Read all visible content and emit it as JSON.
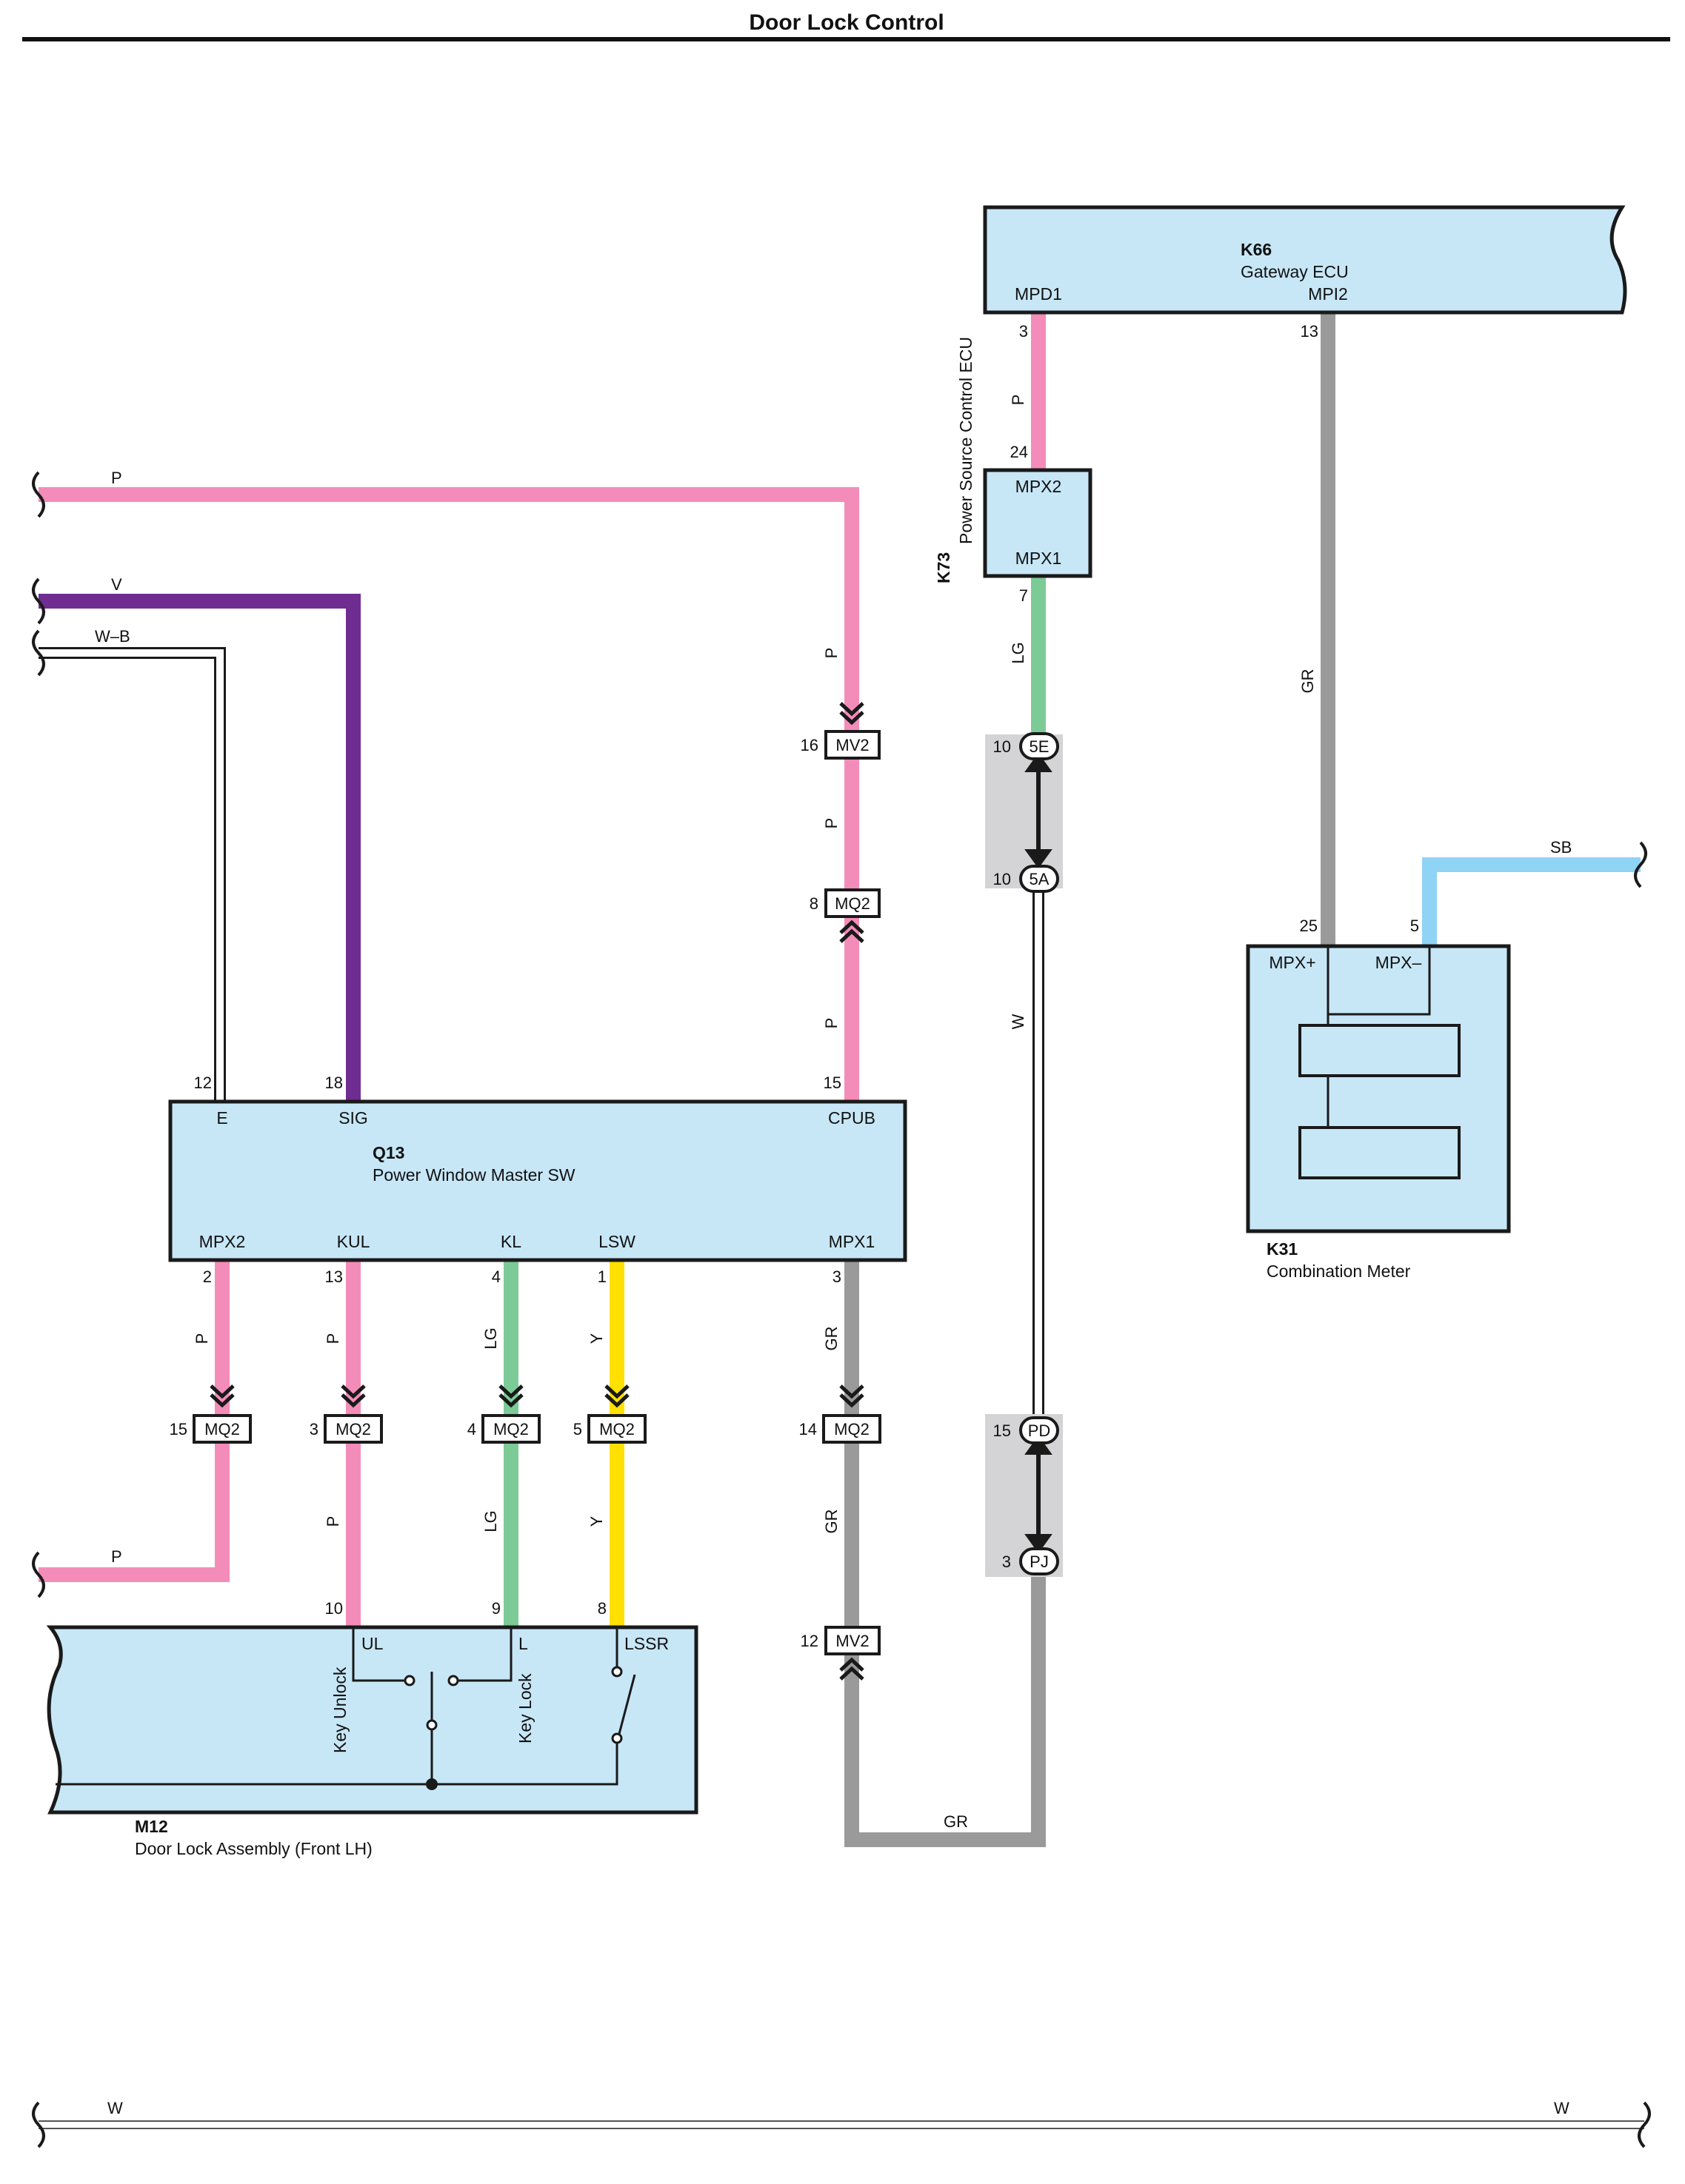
{
  "title": "Door Lock Control",
  "colors": {
    "P": "#f48cba",
    "V": "#6f2c91",
    "LG": "#7ccb96",
    "Y": "#ffe000",
    "GR": "#9a9a9a",
    "SB": "#8fd3f5",
    "W": "#ffffff",
    "component_fill": "#c7e7f7",
    "splice_fill": "#d4d4d6"
  },
  "components": {
    "k66": {
      "code": "K66",
      "name": "Gateway ECU",
      "pins": {
        "mpd1": "MPD1",
        "mpi2": "MPI2"
      },
      "pin_numbers": {
        "mpd1": "3",
        "mpi2": "13"
      }
    },
    "k73": {
      "code": "K73",
      "name": "Power Source Control ECU",
      "pins": {
        "mpx2": "MPX2",
        "mpx1": "MPX1"
      },
      "pin_numbers": {
        "mpx2": "24",
        "mpx1": "7"
      }
    },
    "q13": {
      "code": "Q13",
      "name": "Power Window Master SW",
      "pins": {
        "e": "E",
        "sig": "SIG",
        "cpub": "CPUB",
        "mpx2": "MPX2",
        "kul": "KUL",
        "kl": "KL",
        "lsw": "LSW",
        "mpx1": "MPX1"
      },
      "pin_numbers": {
        "e": "12",
        "sig": "18",
        "cpub": "15",
        "mpx2": "2",
        "kul": "13",
        "kl": "4",
        "lsw": "1",
        "mpx1": "3"
      }
    },
    "k31": {
      "code": "K31",
      "name": "Combination Meter",
      "pins": {
        "mpx_plus": "MPX+",
        "mpx_minus": "MPX–"
      },
      "pin_numbers": {
        "mpx_plus": "25",
        "mpx_minus": "5"
      }
    },
    "m12": {
      "code": "M12",
      "name": "Door Lock Assembly (Front LH)",
      "pins": {
        "ul": "UL",
        "l": "L",
        "lssr": "LSSR"
      },
      "pin_numbers": {
        "ul": "10",
        "l": "9",
        "lssr": "8"
      },
      "switch_labels": {
        "key_unlock": "Key Unlock",
        "key_lock": "Key Lock"
      }
    }
  },
  "connectors": {
    "mv2_top": {
      "label": "MV2",
      "pin": "16"
    },
    "mq2_top": {
      "label": "MQ2",
      "pin": "8"
    },
    "mq2_a": {
      "label": "MQ2",
      "pin": "15"
    },
    "mq2_b": {
      "label": "MQ2",
      "pin": "3"
    },
    "mq2_c": {
      "label": "MQ2",
      "pin": "4"
    },
    "mq2_d": {
      "label": "MQ2",
      "pin": "5"
    },
    "mq2_e": {
      "label": "MQ2",
      "pin": "14"
    },
    "mv2_bottom": {
      "label": "MV2",
      "pin": "12"
    },
    "j5e": {
      "label": "5E",
      "pin": "10"
    },
    "j5a": {
      "label": "5A",
      "pin": "10"
    },
    "jpd": {
      "label": "PD",
      "pin": "15"
    },
    "jpj": {
      "label": "PJ",
      "pin": "3"
    }
  },
  "wire_labels": {
    "top_p": "P",
    "v": "V",
    "wb": "W–B",
    "k66_p": "P",
    "k73_lg": "LG",
    "k66_gr": "GR",
    "cpub_p1": "P",
    "cpub_p2": "P",
    "cpub_p3": "P",
    "sb": "SB",
    "w_mid": "W",
    "mpx2_p1": "P",
    "kul_p1": "P",
    "kl_lg1": "LG",
    "lsw_y1": "Y",
    "mpx1_gr1": "GR",
    "kul_p2": "P",
    "kl_lg2": "LG",
    "lsw_y2": "Y",
    "mpx1_gr2": "GR",
    "left_p": "P",
    "bottom_gr": "GR",
    "bottom_w_left": "W",
    "bottom_w_right": "W"
  }
}
